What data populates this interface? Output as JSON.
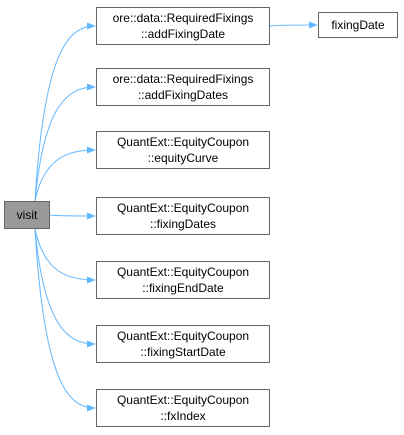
{
  "graph": {
    "root": {
      "label": "visit"
    },
    "nodes": [
      {
        "id": "addFixingDate",
        "lines": [
          "ore::data::RequiredFixings",
          "::addFixingDate"
        ]
      },
      {
        "id": "addFixingDates",
        "lines": [
          "ore::data::RequiredFixings",
          "::addFixingDates"
        ]
      },
      {
        "id": "equityCurve",
        "lines": [
          "QuantExt::EquityCoupon",
          "::equityCurve"
        ]
      },
      {
        "id": "fixingDates",
        "lines": [
          "QuantExt::EquityCoupon",
          "::fixingDates"
        ]
      },
      {
        "id": "fixingEndDate",
        "lines": [
          "QuantExt::EquityCoupon",
          "::fixingEndDate"
        ]
      },
      {
        "id": "fixingStartDate",
        "lines": [
          "QuantExt::EquityCoupon",
          "::fixingStartDate"
        ]
      },
      {
        "id": "fxIndex",
        "lines": [
          "QuantExt::EquityCoupon",
          "::fxIndex"
        ]
      },
      {
        "id": "fixingDate",
        "lines": [
          "fixingDate"
        ]
      }
    ],
    "edges": [
      [
        "root",
        "addFixingDate"
      ],
      [
        "root",
        "addFixingDates"
      ],
      [
        "root",
        "equityCurve"
      ],
      [
        "root",
        "fixingDates"
      ],
      [
        "root",
        "fixingEndDate"
      ],
      [
        "root",
        "fixingStartDate"
      ],
      [
        "root",
        "fxIndex"
      ],
      [
        "addFixingDate",
        "fixingDate"
      ]
    ],
    "colors": {
      "edge": "#63b8ff",
      "root_fill": "#999999",
      "border": "#666666"
    }
  }
}
